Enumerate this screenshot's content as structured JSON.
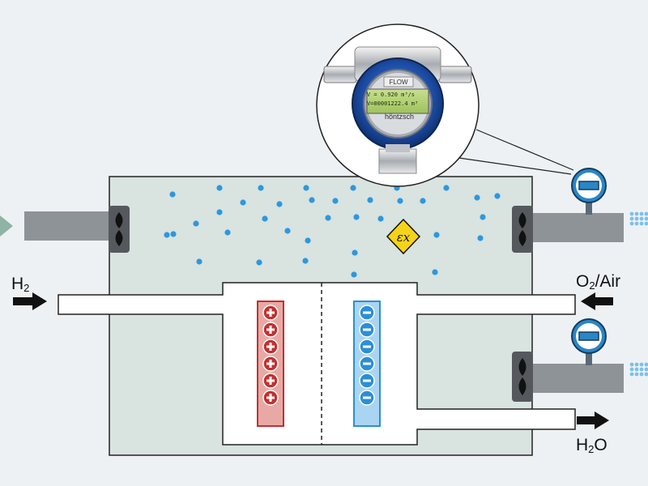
{
  "labels": {
    "h2_main": "H",
    "h2_sub": "2",
    "o2_main": "O",
    "o2_sub": "2",
    "o2_rest": "/Air",
    "h2o_main": "H",
    "h2o_sub": "2",
    "h2o_rest": "O"
  },
  "sensor": {
    "flow_label": "FLOW",
    "display_line1": "V = 0.920 m³/s",
    "display_line2": "V=00001222.4 m³",
    "brand": "höntzsch",
    "hazard_symbol": "εx"
  },
  "electrodes": {
    "anode_sign": "+",
    "anode_count": 6,
    "cathode_sign": "−",
    "cathode_count": 6
  },
  "colors": {
    "housing": "#d9e3e0",
    "pipe": "#8e9398",
    "air_dots": "#2d98dc",
    "anode": "#c2302f",
    "cathode": "#2b8fd6",
    "hazard": "#f5d31a",
    "gauge": "#1f79b5"
  },
  "icons": [
    "fan-icon",
    "pressure-gauge-icon",
    "arrow-right-icon",
    "arrow-left-icon",
    "explosion-hazard-icon",
    "flow-meter-icon"
  ]
}
